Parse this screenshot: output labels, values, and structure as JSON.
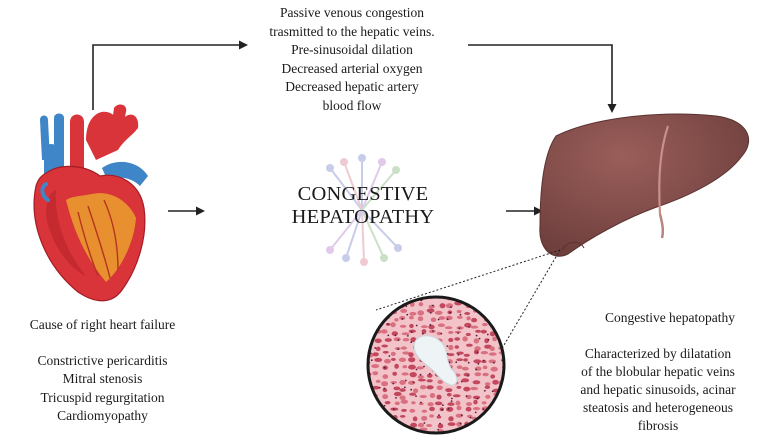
{
  "mechanism": {
    "lines": [
      "Passive venous congestion",
      "trasmitted to the hepatic veins.",
      "Pre-sinusoidal dilation",
      "Decreased arterial oxygen",
      "Decreased hepatic artery",
      "blood flow"
    ]
  },
  "title": {
    "lines": [
      "CONGESTIVE",
      "HEPATOPATHY"
    ]
  },
  "causes": {
    "heading": "Cause of right heart failure",
    "items": [
      "Constrictive pericarditis",
      "Mitral stenosis",
      "Tricuspid regurgitation",
      "Cardiomyopathy"
    ]
  },
  "outcome": {
    "title": "Congestive hepatopathy",
    "description_lines": [
      "Characterized by dilatation",
      "of the blobular hepatic veins",
      "and hepatic sinusoids, acinar",
      "steatosis and heterogeneous",
      "fibrosis"
    ]
  },
  "colors": {
    "heart_red": "#d8343a",
    "heart_blue": "#3f86c9",
    "heart_orange": "#e9962e",
    "liver": "#7e4a47",
    "tissue_pink": "#e48f9c",
    "arrow": "#222222"
  }
}
